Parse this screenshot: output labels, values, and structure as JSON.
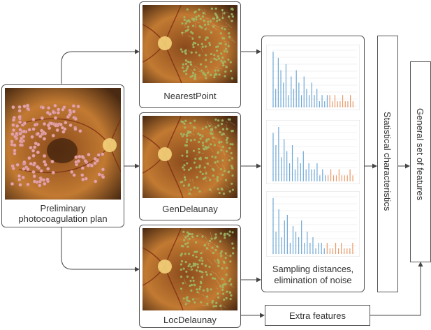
{
  "labels": {
    "input": [
      "Preliminary",
      "photocoagulation plan"
    ],
    "method1": "NearestPoint",
    "method2": "GenDelaunay",
    "method3": "LocDelaunay",
    "sampling": [
      "Sampling distances,",
      "elimination of noise"
    ],
    "extra": "Extra features",
    "stats": "Statistical characteristics",
    "general": "General set of features"
  },
  "colors": {
    "fundus_dark": "#4a2a12",
    "fundus_mid": "#8a4a1c",
    "fundus_light": "#c27a32",
    "spot_pink": "#e6a3a3",
    "spot_green": "#9fbf6a",
    "bar_blue": "#6fa8d6",
    "bar_orange": "#e89a6a",
    "line": "#444444"
  },
  "histograms": [
    {
      "blue": [
        9,
        3,
        8,
        6,
        4,
        7,
        2,
        5,
        3,
        6,
        4,
        2,
        5,
        3,
        2,
        4,
        2,
        3,
        1,
        2,
        1,
        2
      ],
      "orange": [
        2,
        1,
        2,
        1,
        1,
        2,
        1,
        1,
        2,
        1
      ]
    },
    {
      "blue": [
        8,
        6,
        9,
        4,
        7,
        5,
        3,
        6,
        2,
        4,
        3,
        5,
        2,
        3,
        2,
        2,
        3,
        1,
        2,
        1
      ],
      "orange": [
        1,
        2,
        1,
        1,
        2,
        1,
        1,
        1,
        2,
        1
      ]
    },
    {
      "blue": [
        10,
        4,
        8,
        3,
        6,
        7,
        2,
        5,
        4,
        3,
        6,
        2,
        4,
        2,
        3,
        1,
        2,
        2,
        1
      ],
      "orange": [
        2,
        1,
        1,
        2,
        1,
        2,
        1,
        1,
        1,
        2
      ]
    }
  ]
}
